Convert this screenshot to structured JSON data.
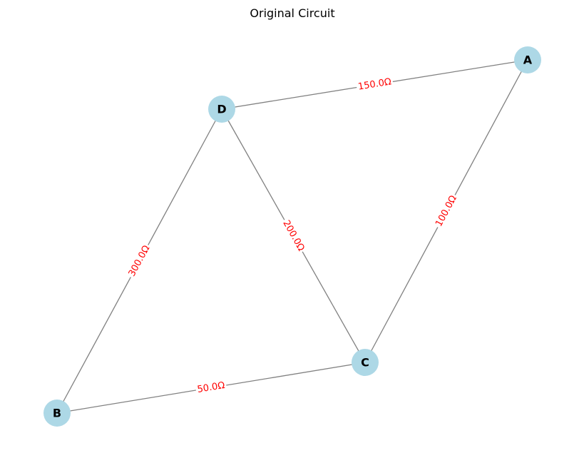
{
  "title": "Original Circuit",
  "colors": {
    "node_fill": "#add8e6",
    "edge_stroke": "#808080",
    "edge_label": "#ff0000",
    "node_label": "#000000"
  },
  "nodes": [
    {
      "id": "A",
      "label": "A"
    },
    {
      "id": "B",
      "label": "B"
    },
    {
      "id": "C",
      "label": "C"
    },
    {
      "id": "D",
      "label": "D"
    }
  ],
  "edges": [
    {
      "from": "D",
      "to": "A",
      "label": "150.0Ω"
    },
    {
      "from": "A",
      "to": "C",
      "label": "100.0Ω"
    },
    {
      "from": "D",
      "to": "C",
      "label": "200.0Ω"
    },
    {
      "from": "D",
      "to": "B",
      "label": "300.0Ω"
    },
    {
      "from": "B",
      "to": "C",
      "label": "50.0Ω"
    }
  ]
}
